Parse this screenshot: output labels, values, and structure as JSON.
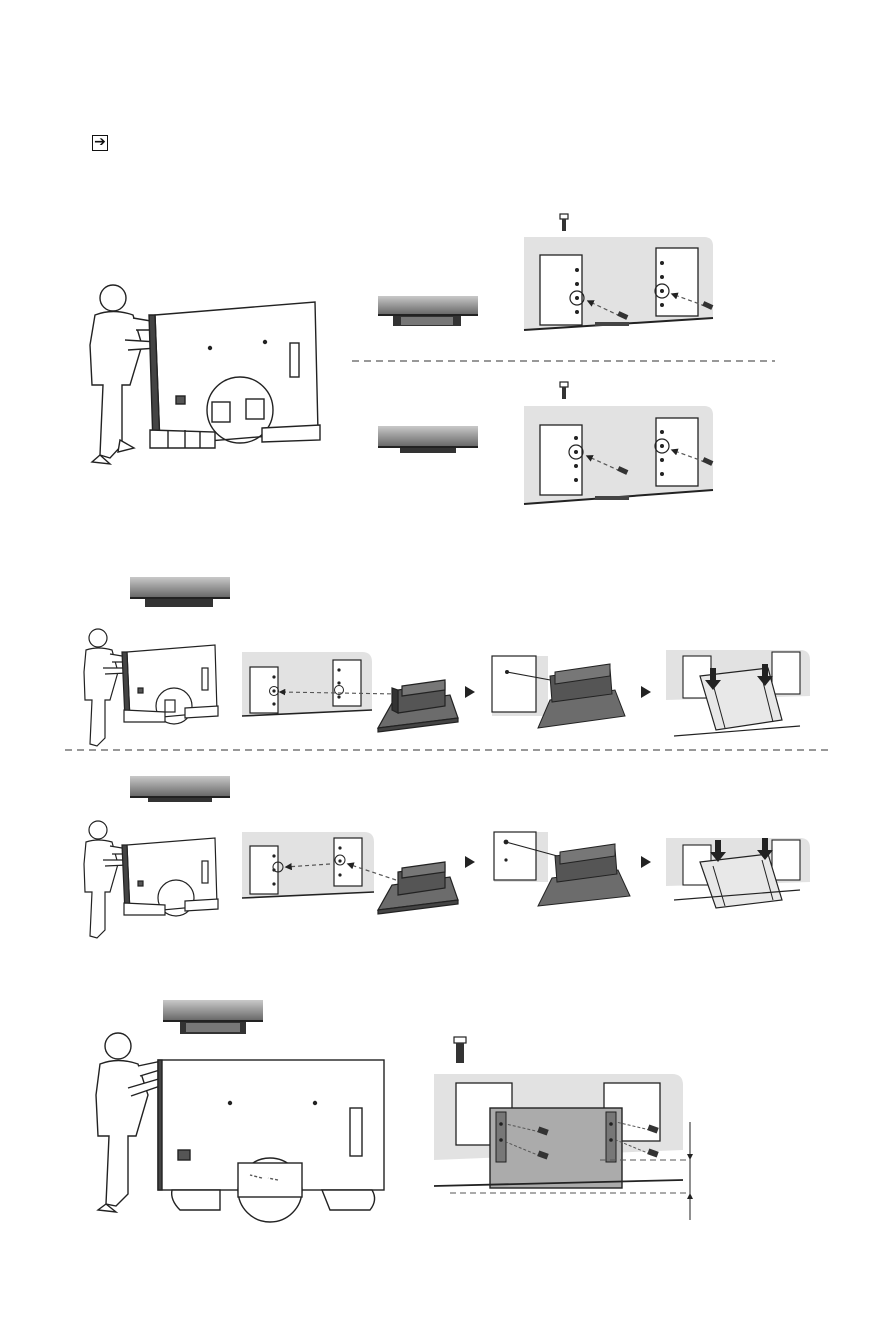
{
  "page": {
    "background": "#ffffff",
    "line_color": "#222222",
    "panel_color": "#e2e2e2",
    "dashed_color": "#777777"
  },
  "header": {
    "next_step_icon": "arrow-right-icon"
  },
  "sections": [
    {
      "id": "setup-a",
      "options": [
        "option-a-upper",
        "option-a-lower"
      ]
    },
    {
      "id": "setup-b",
      "options": [
        "option-b-upper",
        "option-b-lower"
      ]
    },
    {
      "id": "setup-c",
      "options": [
        "option-c"
      ]
    }
  ],
  "icons": [
    "person-icon",
    "tv-rear-icon",
    "tv-side-profile-icon",
    "screw-icon",
    "stand-bracket-icon",
    "step-arrow-icon",
    "push-down-arrow-icon"
  ]
}
